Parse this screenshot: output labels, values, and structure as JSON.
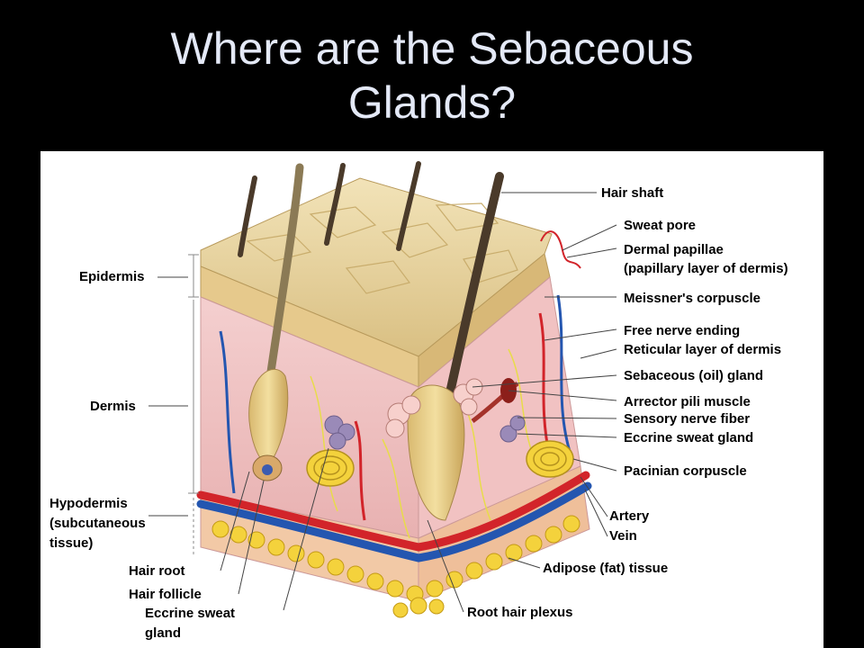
{
  "slide": {
    "title_line1": "Where are the Sebaceous",
    "title_line2": "Glands?"
  },
  "figure": {
    "labels_right": [
      {
        "id": "hair-shaft",
        "text": "Hair shaft"
      },
      {
        "id": "sweat-pore",
        "text": "Sweat pore"
      },
      {
        "id": "dermal-papillae",
        "text": "Dermal papillae"
      },
      {
        "id": "papillary-layer",
        "text": "(papillary layer of dermis)"
      },
      {
        "id": "meissners-corpuscle",
        "text": "Meissner's corpuscle"
      },
      {
        "id": "free-nerve-ending",
        "text": "Free nerve ending"
      },
      {
        "id": "reticular-layer",
        "text": "Reticular layer of dermis"
      },
      {
        "id": "sebaceous-gland",
        "text": "Sebaceous (oil) gland"
      },
      {
        "id": "arrector-pili",
        "text": "Arrector pili muscle"
      },
      {
        "id": "sensory-nerve-fiber",
        "text": "Sensory nerve fiber"
      },
      {
        "id": "eccrine-sweat-gland-right",
        "text": "Eccrine sweat gland"
      },
      {
        "id": "pacinian-corpuscle",
        "text": "Pacinian corpuscle"
      },
      {
        "id": "artery",
        "text": "Artery"
      },
      {
        "id": "vein",
        "text": "Vein"
      },
      {
        "id": "adipose-tissue",
        "text": "Adipose (fat) tissue"
      }
    ],
    "labels_left": [
      {
        "id": "epidermis",
        "text": "Epidermis"
      },
      {
        "id": "dermis",
        "text": "Dermis"
      },
      {
        "id": "hypodermis",
        "text": "Hypodermis"
      },
      {
        "id": "subcutaneous",
        "text": "(subcutaneous"
      },
      {
        "id": "tissue",
        "text": "tissue)"
      }
    ],
    "labels_bottom": [
      {
        "id": "hair-root",
        "text": "Hair root"
      },
      {
        "id": "hair-follicle",
        "text": "Hair follicle"
      },
      {
        "id": "eccrine-sweat-left-1",
        "text": "Eccrine sweat"
      },
      {
        "id": "eccrine-sweat-left-2",
        "text": "gland"
      },
      {
        "id": "root-hair-plexus",
        "text": "Root hair plexus"
      }
    ],
    "colors": {
      "epidermis": "#ead7a6",
      "dermis": "#f2c7c7",
      "adipose": "#f4d23c",
      "artery": "#d2242a",
      "vein": "#2456b0",
      "hair": "#4a3a2a",
      "nerve": "#e8dc4a"
    }
  }
}
